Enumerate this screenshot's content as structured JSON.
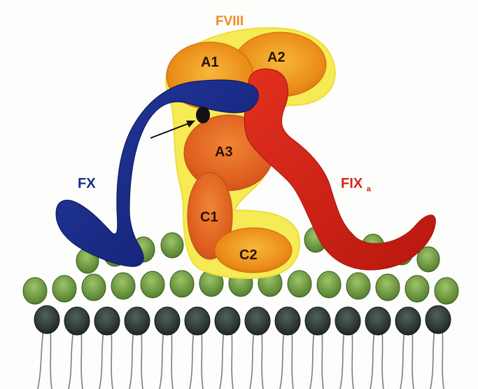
{
  "labels": {
    "fviii": "FVIII",
    "a1": "A1",
    "a2": "A2",
    "a3": "A3",
    "c1": "C1",
    "c2": "C2",
    "fx": "FX",
    "fixa_main": "FIX",
    "fixa_sub": "a"
  },
  "colors": {
    "fviii_outline": "#f6ea55",
    "domain_orange": "#f09a1c",
    "domain_orange_light": "#f5b72f",
    "domain_red_orange": "#e86a1e",
    "fx_blue": "#1a2a8c",
    "fixa_red": "#d9231b",
    "label_fviii": "#f08a22",
    "label_domain": "#2a1204",
    "membrane_green": "#6e9b3a",
    "membrane_dark": "#2c3530"
  }
}
